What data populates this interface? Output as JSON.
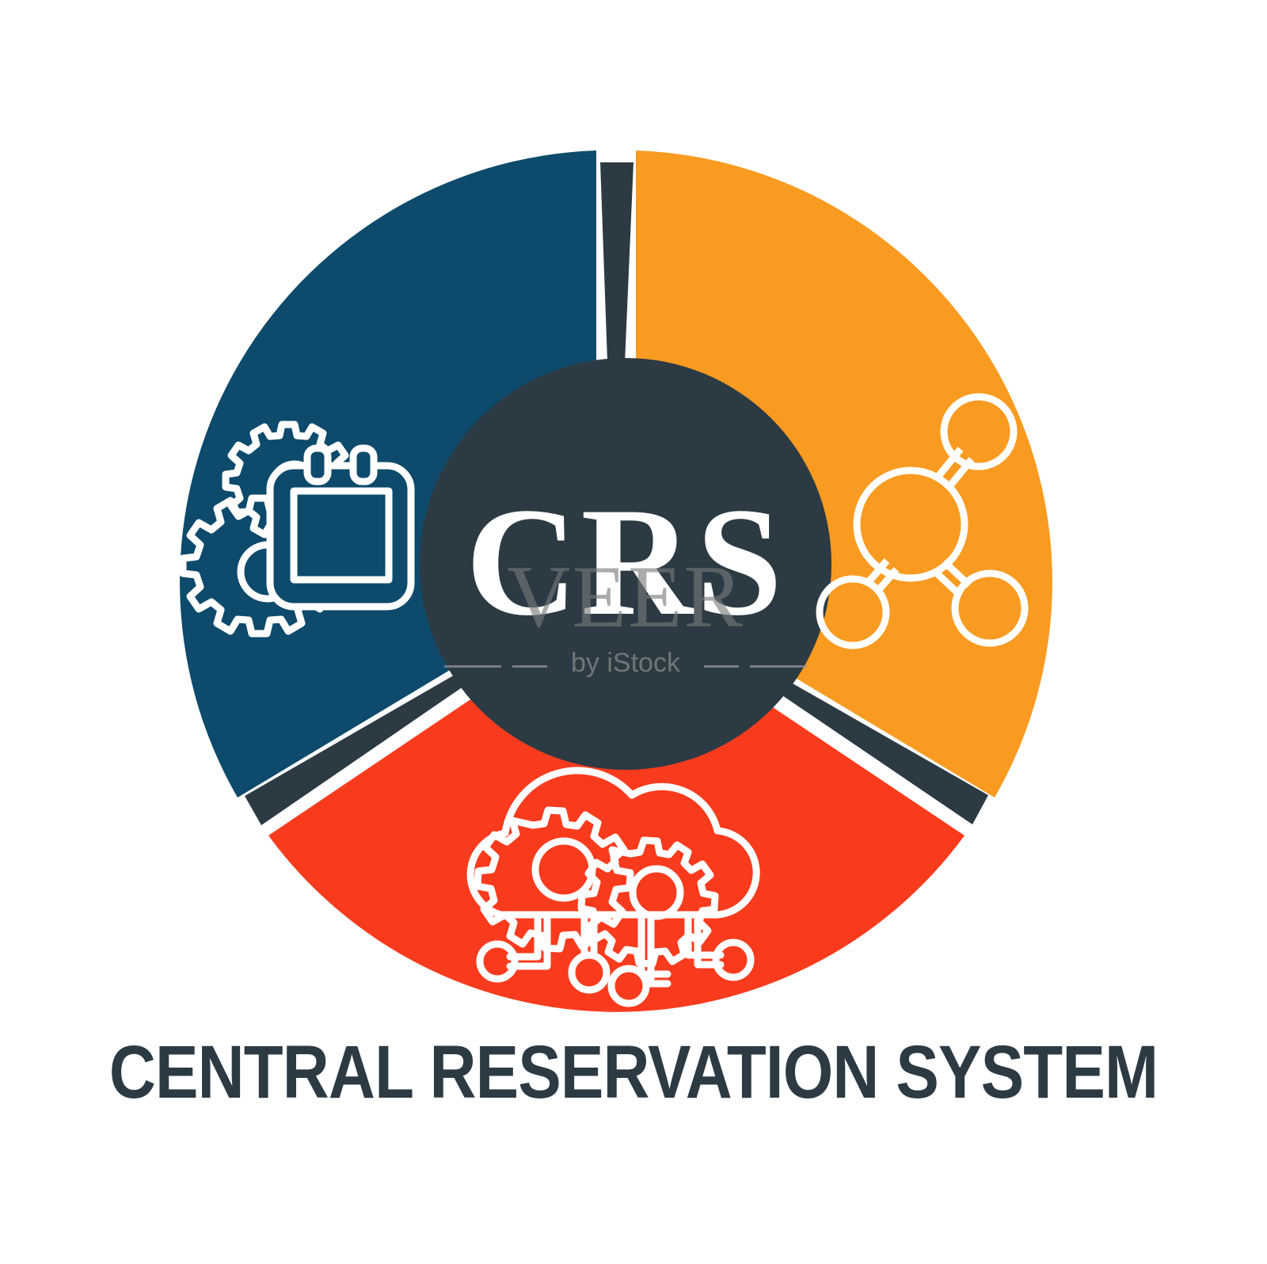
{
  "graphic": {
    "type": "three-segment-donut-infographic",
    "center_label": "CRS",
    "caption": "CENTRAL RESERVATION SYSTEM",
    "colors": {
      "background": "#ffffff",
      "hub": "#2c3a44",
      "caption_text": "#2c3a44",
      "center_label_text": "#ffffff",
      "segment_navy": "#0d4a6b",
      "segment_orange": "#f99b21",
      "segment_red": "#f93b1d",
      "icon_stroke": "#ffffff"
    },
    "segments": [
      {
        "id": "segment-navy",
        "color": "#0d4a6b",
        "position": "upper-left",
        "icon_name": "calendar-gears-icon",
        "icon_description": "calendar page with two cog wheels behind it"
      },
      {
        "id": "segment-orange",
        "color": "#f99b21",
        "position": "upper-right",
        "icon_name": "network-nodes-icon",
        "icon_description": "large circle node linked to three smaller circle nodes"
      },
      {
        "id": "segment-red",
        "color": "#f93b1d",
        "position": "bottom",
        "icon_name": "cloud-computing-gears-icon",
        "icon_description": "cloud containing two gears with circuit traces and node dots below"
      }
    ]
  },
  "watermark": {
    "brand": "VEER",
    "byline": "by iStock"
  }
}
